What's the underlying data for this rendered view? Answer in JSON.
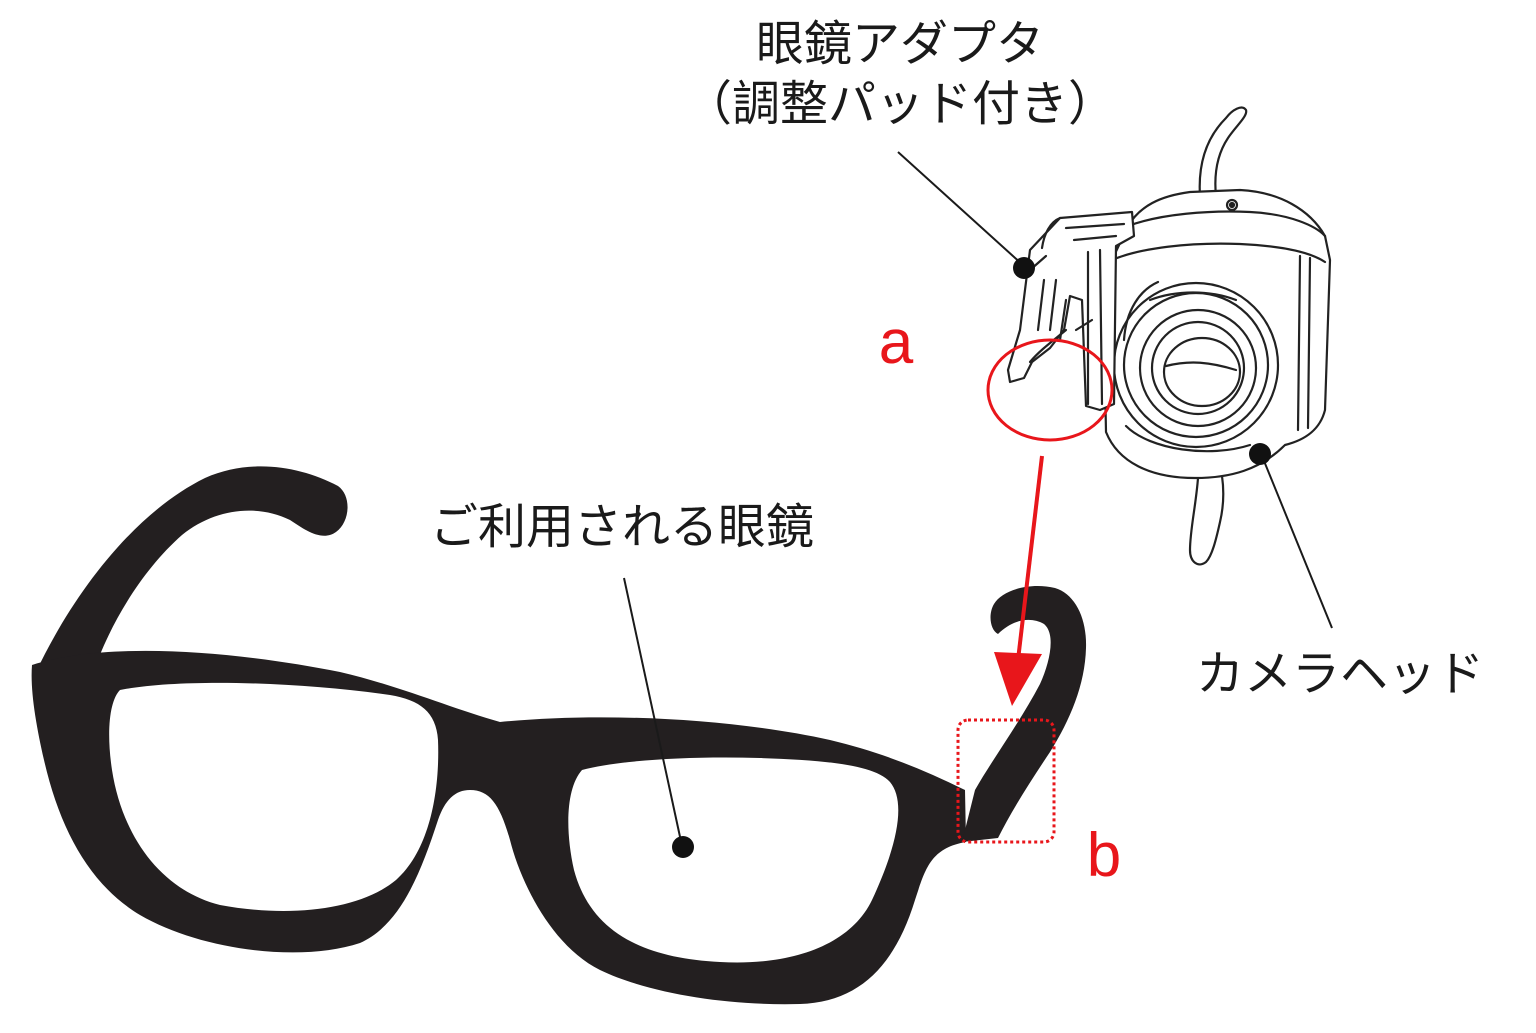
{
  "labels": {
    "adapter_line1": "眼鏡アダプタ",
    "adapter_line2": "（調整パッド付き）",
    "glasses": "ご利用される眼鏡",
    "camera_head": "カメラヘッド"
  },
  "markers": {
    "a": "a",
    "b": "b"
  },
  "icons": {
    "camera": "camera-head-illustration",
    "glasses": "eyeglasses-silhouette"
  },
  "colors": {
    "ink": "#1a1a1a",
    "accent": "#e8161b",
    "background": "#ffffff"
  }
}
